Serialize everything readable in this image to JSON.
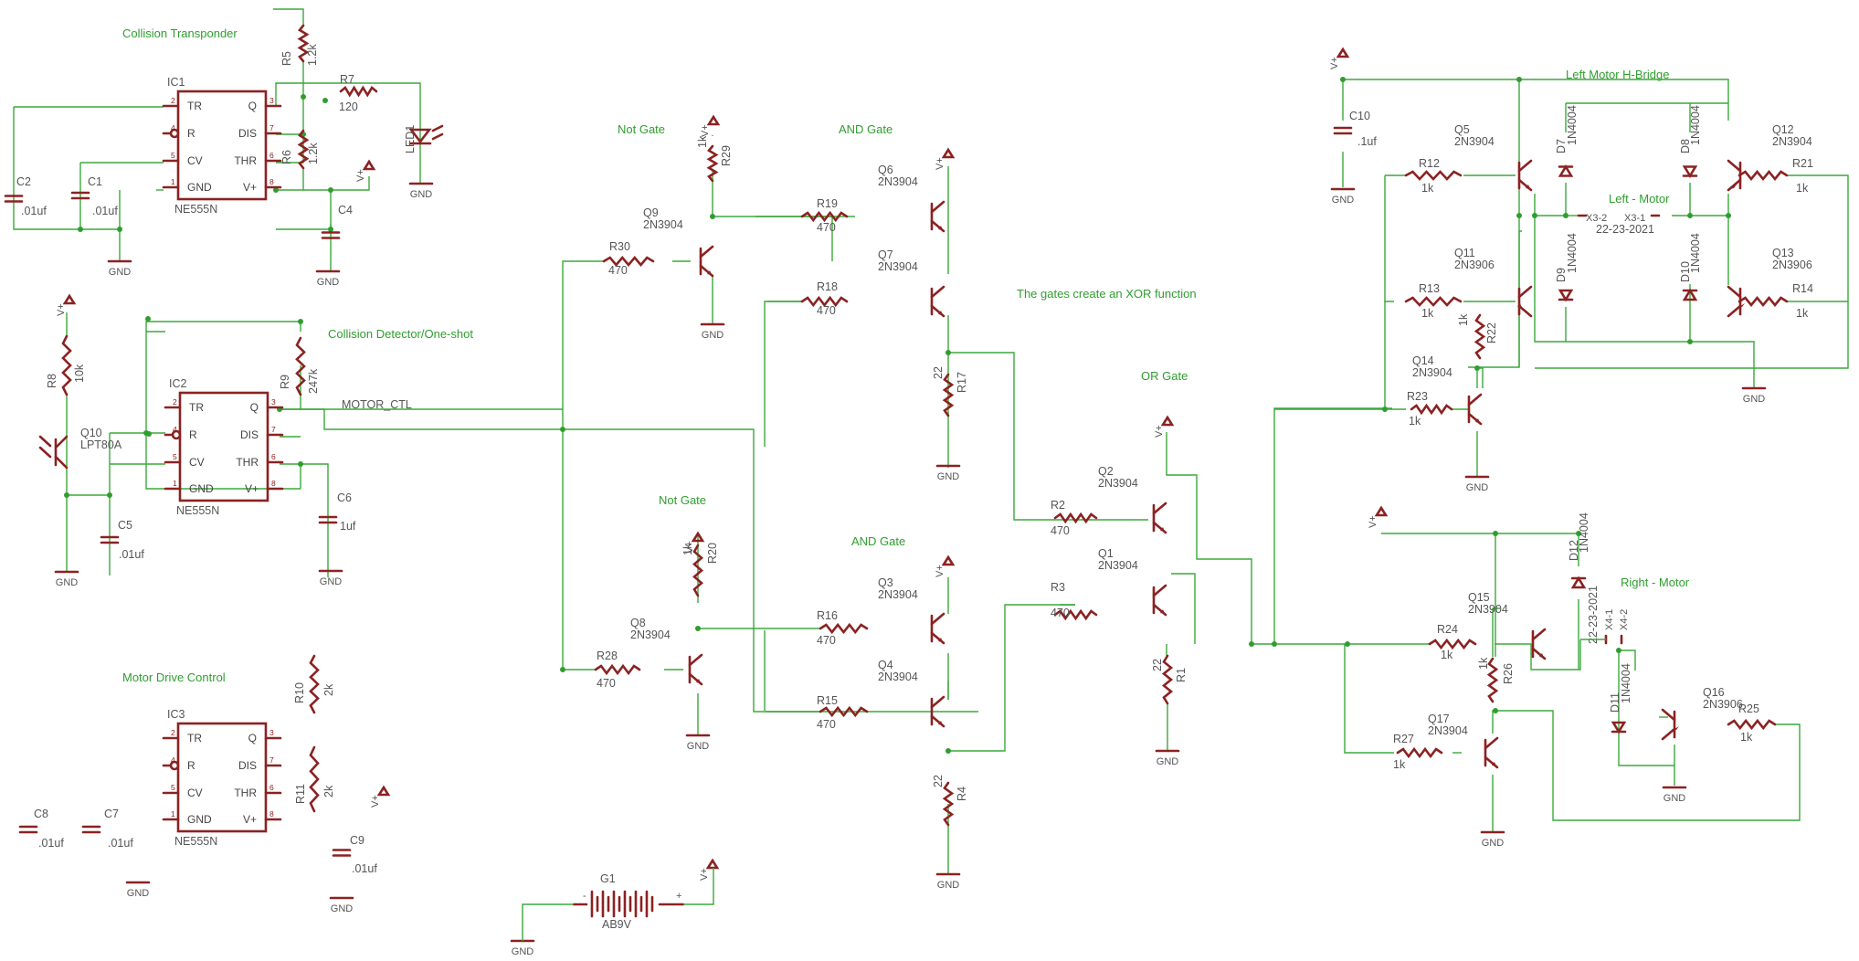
{
  "sections": {
    "collision_transponder": "Collision Transponder",
    "collision_detector": "Collision Detector/One-shot",
    "motor_drive": "Motor Drive Control",
    "not_gate_top": "Not Gate",
    "and_gate_top": "AND Gate",
    "not_gate_bottom": "Not Gate",
    "and_gate_bottom": "AND Gate",
    "xor_note": "The gates create an XOR function",
    "or_gate": "OR Gate",
    "left_hbridge": "Left Motor H-Bridge",
    "left_motor": "Left - Motor",
    "right_motor": "Right - Motor"
  },
  "net_label": "MOTOR_CTL",
  "ic_pins": {
    "tr": "TR",
    "r": "R",
    "cv": "CV",
    "gnd": "GND",
    "q": "Q",
    "dis": "DIS",
    "thr": "THR",
    "vplus": "V+",
    "n1": "1",
    "n2": "2",
    "n3": "3",
    "n4": "4",
    "n5": "5",
    "n6": "6",
    "n7": "7",
    "n8": "8"
  },
  "ic1": {
    "ref": "IC1",
    "value": "NE555N"
  },
  "ic2": {
    "ref": "IC2",
    "value": "NE555N"
  },
  "ic3": {
    "ref": "IC3",
    "value": "NE555N"
  },
  "power": {
    "vplus": "V+",
    "gnd": "GND"
  },
  "resistors": {
    "r5": {
      "ref": "R5",
      "value": "1.2k"
    },
    "r6": {
      "ref": "R6",
      "value": "1.2k"
    },
    "r7": {
      "ref": "R7",
      "value": "120"
    },
    "r8": {
      "ref": "R8",
      "value": "10k"
    },
    "r9": {
      "ref": "R9",
      "value": "247k"
    },
    "r10": {
      "ref": "R10",
      "value": "2k"
    },
    "r11": {
      "ref": "R11",
      "value": "2k"
    },
    "r29": {
      "ref": "R29",
      "value": "1k"
    },
    "r30": {
      "ref": "R30",
      "value": "470"
    },
    "r19": {
      "ref": "R19",
      "value": "470"
    },
    "r18": {
      "ref": "R18",
      "value": "470"
    },
    "r17": {
      "ref": "R17",
      "value": "22"
    },
    "r20": {
      "ref": "R20",
      "value": "1k"
    },
    "r28": {
      "ref": "R28",
      "value": "470"
    },
    "r16": {
      "ref": "R16",
      "value": "470"
    },
    "r15": {
      "ref": "R15",
      "value": "470"
    },
    "r4": {
      "ref": "R4",
      "value": "22"
    },
    "r2": {
      "ref": "R2",
      "value": "470"
    },
    "r3": {
      "ref": "R3",
      "value": "470"
    },
    "r1": {
      "ref": "R1",
      "value": "22"
    },
    "r12": {
      "ref": "R12",
      "value": "1k"
    },
    "r13": {
      "ref": "R13",
      "value": "1k"
    },
    "r21": {
      "ref": "R21",
      "value": "1k"
    },
    "r14": {
      "ref": "R14",
      "value": "1k"
    },
    "r22": {
      "ref": "R22",
      "value": "1k"
    },
    "r23": {
      "ref": "R23",
      "value": "1k"
    },
    "r24": {
      "ref": "R24",
      "value": "1k"
    },
    "r26": {
      "ref": "R26",
      "value": "1k"
    },
    "r27": {
      "ref": "R27",
      "value": "1k"
    },
    "r25": {
      "ref": "R25",
      "value": "1k"
    }
  },
  "capacitors": {
    "c1": {
      "ref": "C1",
      "value": ".01uf"
    },
    "c2": {
      "ref": "C2",
      "value": ".01uf"
    },
    "c4": {
      "ref": "C4",
      "value": ""
    },
    "c5": {
      "ref": "C5",
      "value": ".01uf"
    },
    "c6": {
      "ref": "C6",
      "value": "1uf"
    },
    "c7": {
      "ref": "C7",
      "value": ".01uf"
    },
    "c8": {
      "ref": "C8",
      "value": ".01uf"
    },
    "c9": {
      "ref": "C9",
      "value": ".01uf"
    },
    "c10": {
      "ref": "C10",
      "value": ".1uf"
    }
  },
  "transistors": {
    "q9": {
      "ref": "Q9",
      "value": "2N3904"
    },
    "q6": {
      "ref": "Q6",
      "value": "2N3904"
    },
    "q7": {
      "ref": "Q7",
      "value": "2N3904"
    },
    "q8": {
      "ref": "Q8",
      "value": "2N3904"
    },
    "q3": {
      "ref": "Q3",
      "value": "2N3904"
    },
    "q4": {
      "ref": "Q4",
      "value": "2N3904"
    },
    "q2": {
      "ref": "Q2",
      "value": "2N3904"
    },
    "q1": {
      "ref": "Q1",
      "value": "2N3904"
    },
    "q5": {
      "ref": "Q5",
      "value": "2N3904"
    },
    "q12": {
      "ref": "Q12",
      "value": "2N3904"
    },
    "q11": {
      "ref": "Q11",
      "value": "2N3906"
    },
    "q13": {
      "ref": "Q13",
      "value": "2N3906"
    },
    "q14": {
      "ref": "Q14",
      "value": "2N3904"
    },
    "q15": {
      "ref": "Q15",
      "value": "2N3904"
    },
    "q17": {
      "ref": "Q17",
      "value": "2N3904"
    },
    "q16": {
      "ref": "Q16",
      "value": "2N3906"
    },
    "q10": {
      "ref": "Q10",
      "value": "LPT80A"
    }
  },
  "diodes": {
    "d7": {
      "ref": "D7",
      "value": "1N4004"
    },
    "d8": {
      "ref": "D8",
      "value": "1N4004"
    },
    "d9": {
      "ref": "D9",
      "value": "1N4004"
    },
    "d10": {
      "ref": "D10",
      "value": "1N4004"
    },
    "d11": {
      "ref": "D11",
      "value": "1N4004"
    },
    "d12": {
      "ref": "D12",
      "value": "1N4004"
    }
  },
  "led1": {
    "ref": "LED1"
  },
  "battery": {
    "ref": "G1",
    "value": "AB9V",
    "minus": "-",
    "plus": "+"
  },
  "connectors": {
    "x3_2": "X3-2",
    "x3_1": "X3-1",
    "x3_part": "22-23-2021",
    "x4_1": "X4-1",
    "x4_2": "X4-2",
    "x4_part": "22-23-2021"
  },
  "colors": {
    "wire": "#3ca83c",
    "part": "#8b2222",
    "section_text": "#2f9e2f",
    "label_text": "#555555"
  }
}
